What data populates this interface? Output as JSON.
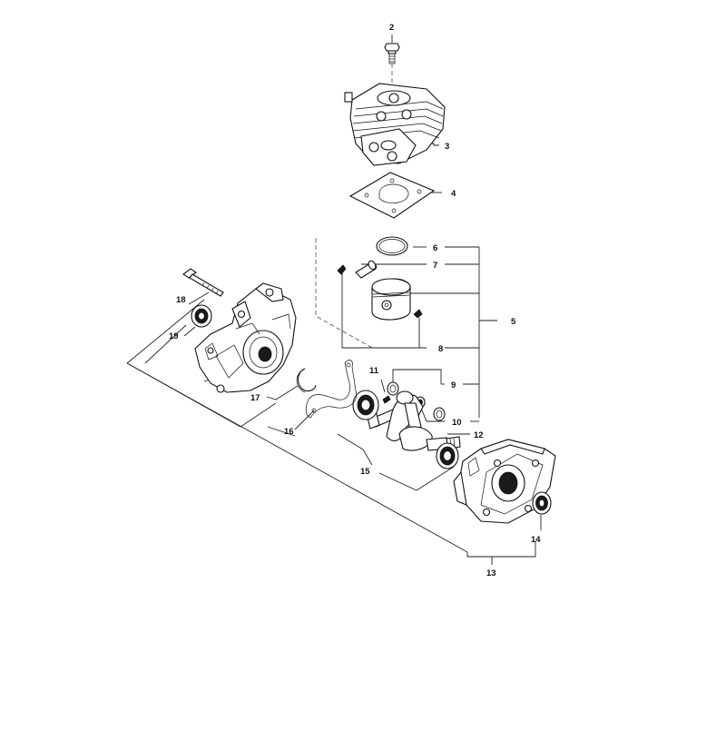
{
  "callouts": {
    "c2": "2",
    "c3": "3",
    "c4": "4",
    "c5": "5",
    "c6": "6",
    "c7": "7",
    "c8": "8",
    "c9": "9",
    "c10": "10",
    "c11": "11",
    "c12": "12",
    "c13": "13",
    "c14": "14",
    "c15": "15",
    "c16": "16",
    "c17": "17",
    "c18": "18",
    "c19": "19"
  }
}
